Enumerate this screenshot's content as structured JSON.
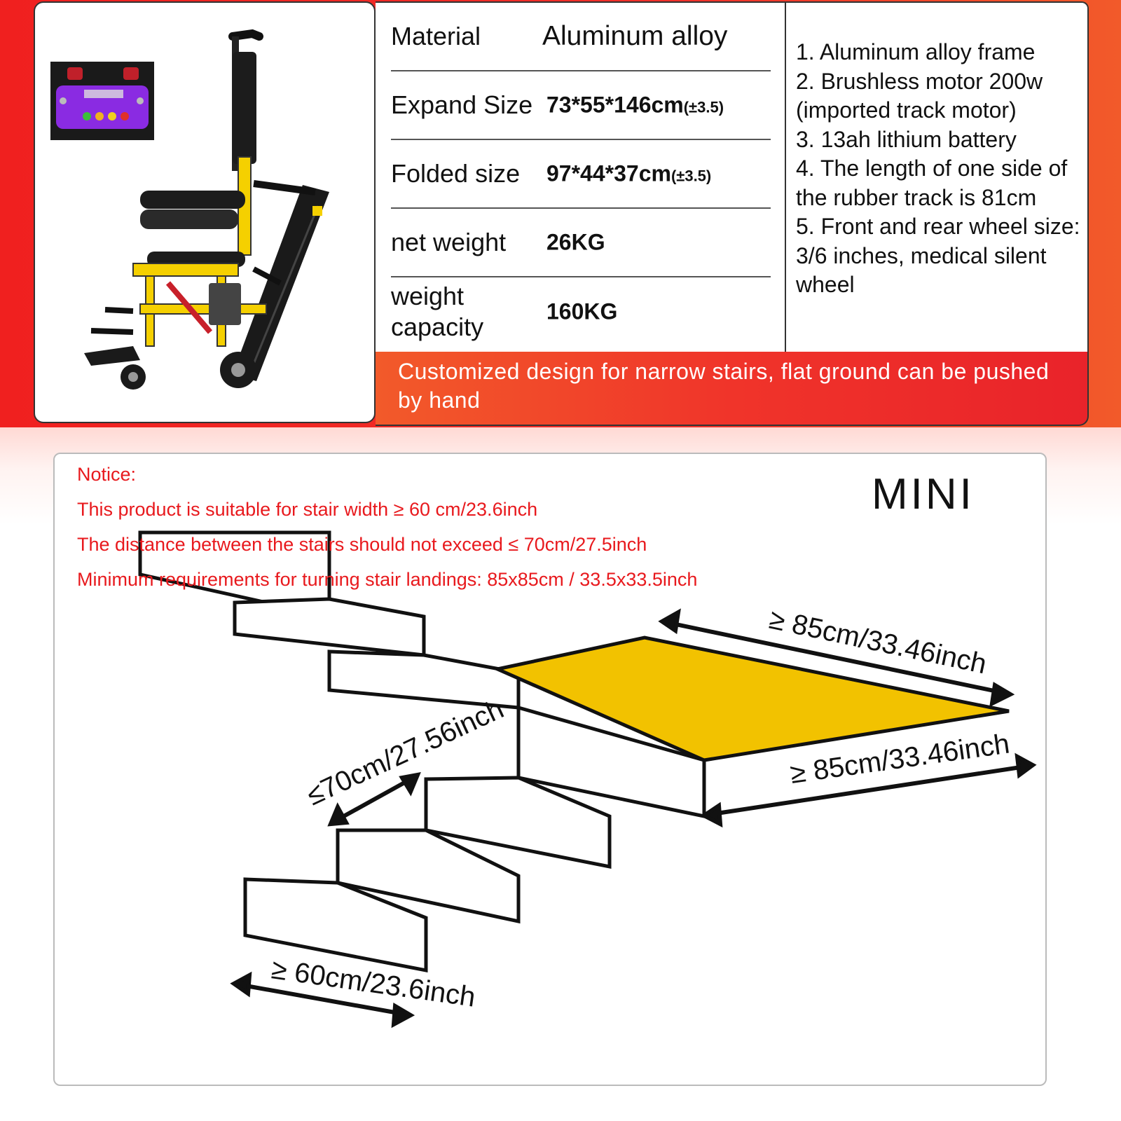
{
  "specs": [
    {
      "label": "Material",
      "value": "Aluminum alloy",
      "tolerance": ""
    },
    {
      "label": "Expand Size",
      "value": "73*55*146cm",
      "tolerance": "(±3.5)"
    },
    {
      "label": "Folded size",
      "value": "97*44*37cm",
      "tolerance": "(±3.5)"
    },
    {
      "label": "net weight",
      "value": "26KG",
      "tolerance": ""
    },
    {
      "label": "weight capacity",
      "value": "160KG",
      "tolerance": ""
    }
  ],
  "features": [
    "1. Aluminum alloy frame",
    "2. Brushless motor 200w (imported track motor)",
    "3. 13ah lithium battery",
    "4. The length of one side of the rubber track is 81cm",
    "5. Front and rear wheel size: 3/6 inches, medical silent wheel"
  ],
  "banner": "Customized design for narrow stairs, flat ground can be pushed by hand",
  "notice": {
    "title": "Notice:",
    "lines": [
      "This product is suitable for stair width ≥ 60 cm/23.6inch",
      "The distance between the stairs should not exceed ≤ 70cm/27.5inch",
      "Minimum requirements for turning stair landings: 85x85cm / 33.5x33.5inch"
    ]
  },
  "diagram": {
    "model": "MINI",
    "dim_landing_length": "≥ 85cm/33.46inch",
    "dim_landing_width": "≥ 85cm/33.46inch",
    "dim_step_distance": "≤70cm/27.56inch",
    "dim_stair_width": "≥ 60cm/23.6inch"
  },
  "colors": {
    "accent_red": "#f0201f",
    "landing_yellow": "#f2c200",
    "chair_yellow": "#f5d000",
    "panel_purple": "#8a2be2"
  }
}
